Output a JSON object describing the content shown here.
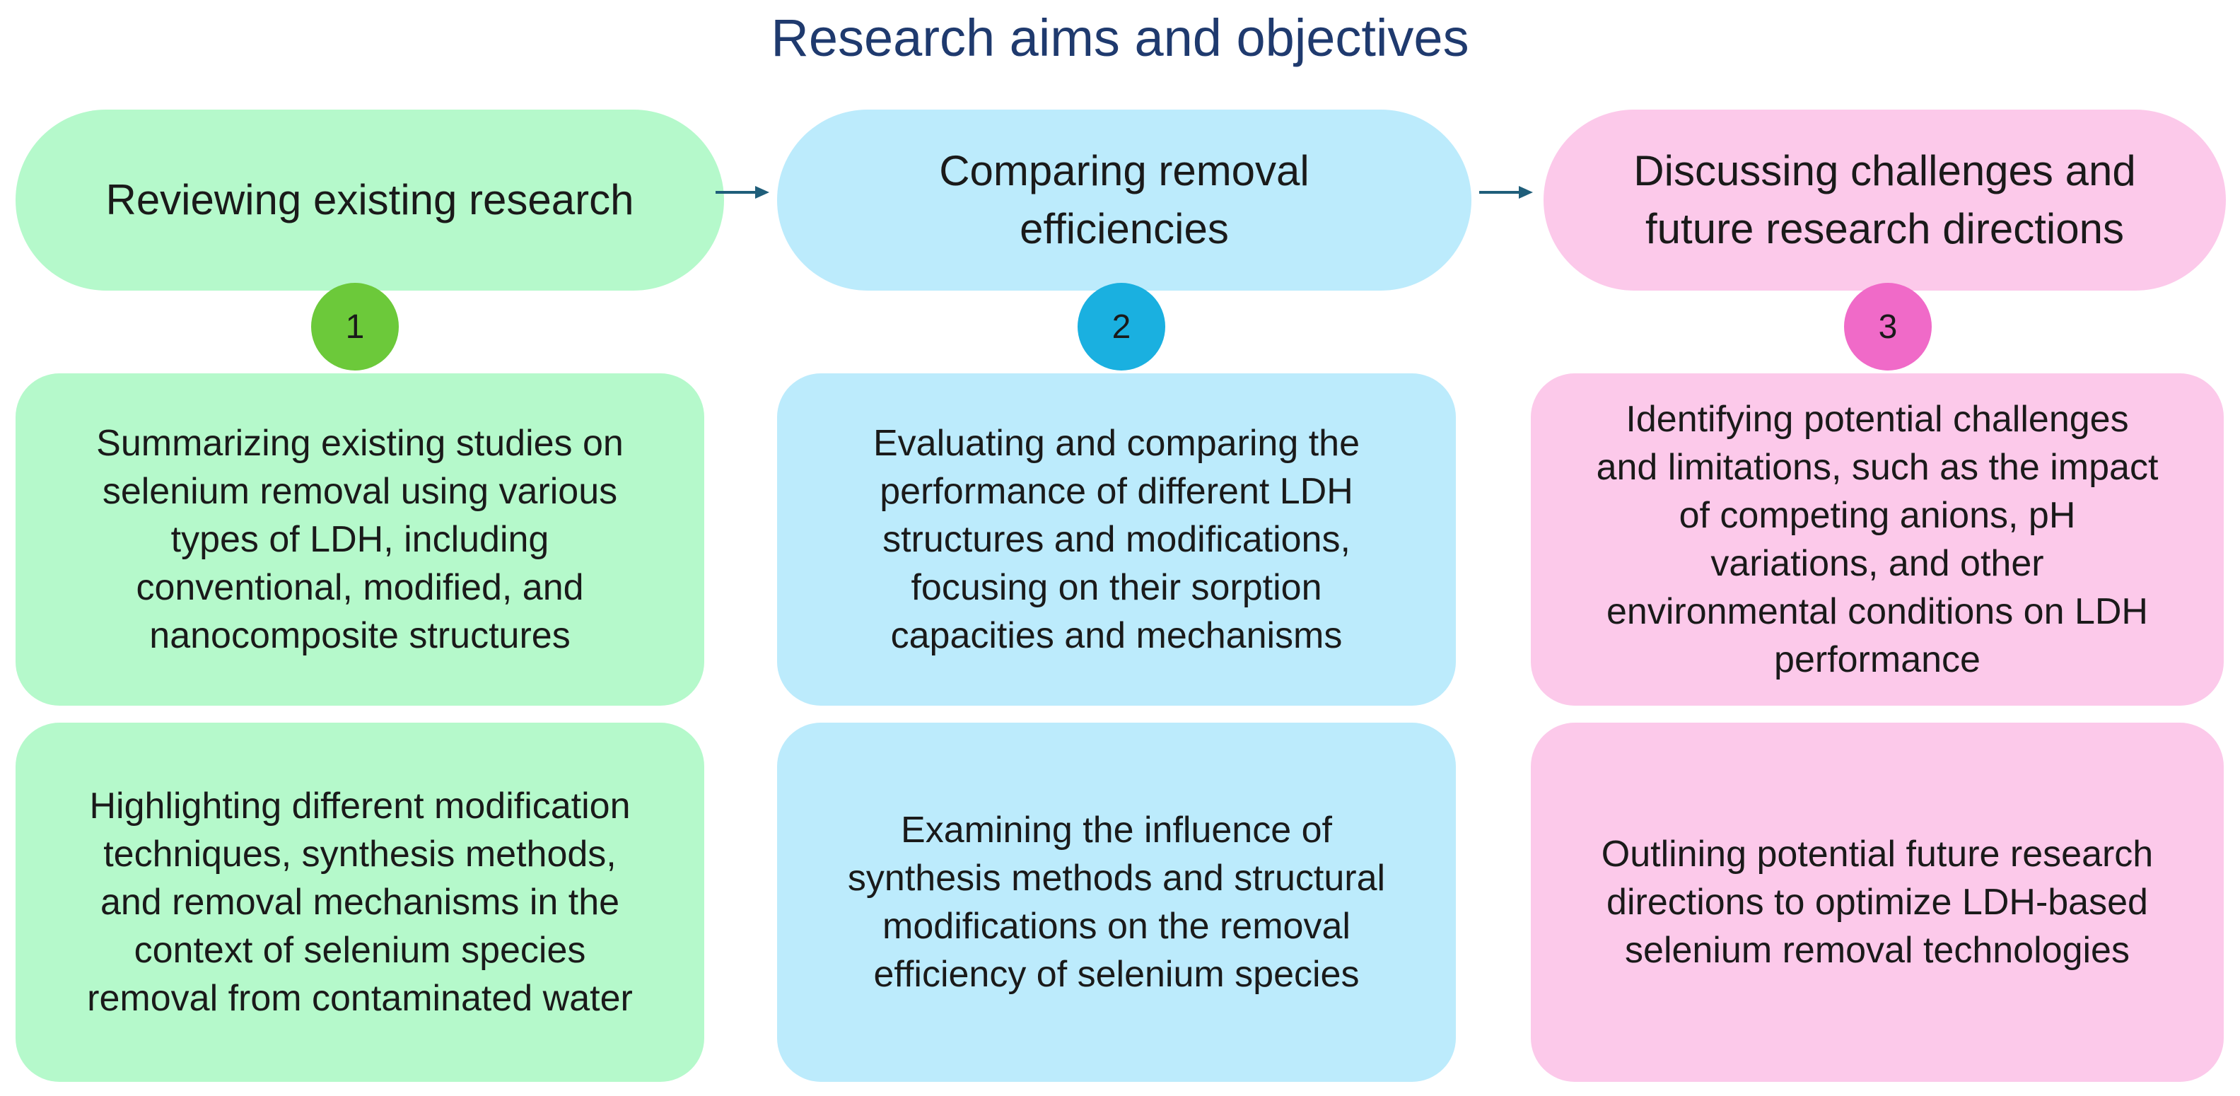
{
  "title": "Research aims and objectives",
  "colors": {
    "title": "#1f3a6e",
    "green_fill": "#b5f9cb",
    "blue_fill": "#bcebfc",
    "pink_fill": "#fcc9ea",
    "badge_green": "#6cc93a",
    "badge_blue": "#1ab0e0",
    "badge_pink": "#f06ac8",
    "arrow": "#1f5e7a"
  },
  "columns": [
    {
      "header": "Reviewing existing research",
      "number": "1",
      "items": [
        "Summarizing existing studies on\nselenium removal using various\ntypes of LDH, including\nconventional, modified, and\nnanocomposite structures",
        "Highlighting different modification\ntechniques, synthesis methods,\nand removal mechanisms in the\ncontext of selenium species\nremoval from contaminated water"
      ]
    },
    {
      "header": "Comparing removal\nefficiencies",
      "number": "2",
      "items": [
        "Evaluating and comparing the\nperformance of different LDH\nstructures and modifications,\nfocusing on their sorption\ncapacities and mechanisms",
        "Examining the influence of\nsynthesis methods and structural\nmodifications on the removal\nefficiency of selenium species"
      ]
    },
    {
      "header": "Discussing challenges and\nfuture research directions",
      "number": "3",
      "items": [
        "Identifying potential challenges\nand limitations, such as the impact\nof competing anions, pH\nvariations, and other\nenvironmental conditions on LDH\nperformance",
        "Outlining potential future research\ndirections to optimize LDH-based\nselenium removal technologies"
      ]
    }
  ]
}
